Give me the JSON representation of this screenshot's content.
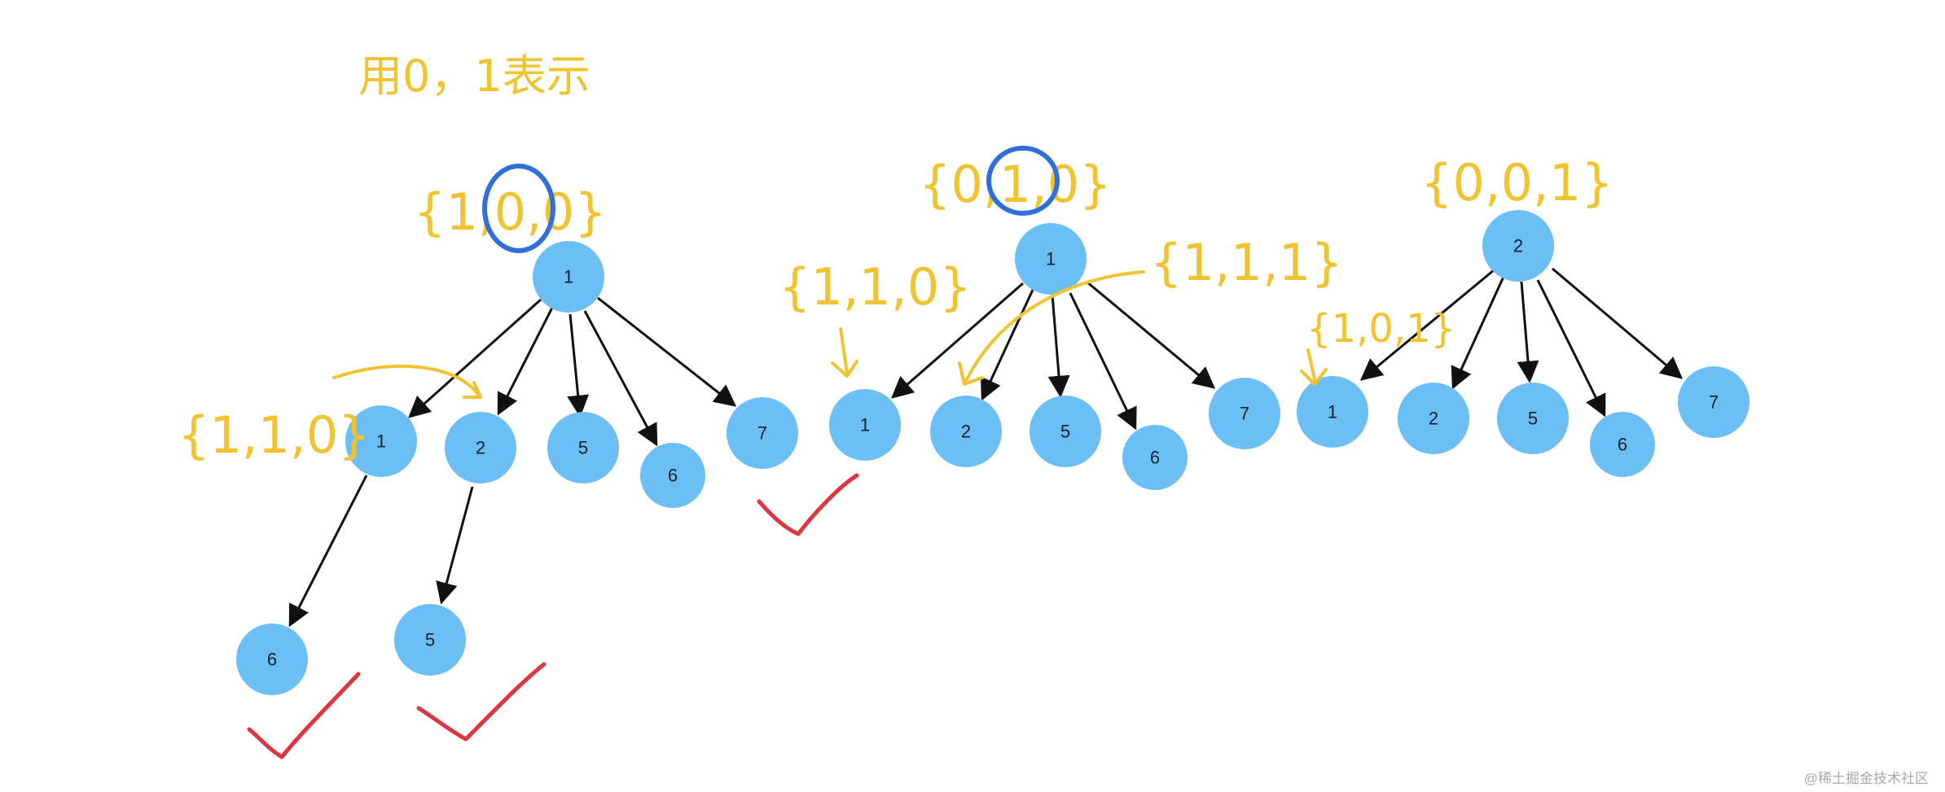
{
  "heading_note": "用0，1表示",
  "watermark": "@稀土掘金技术社区",
  "trees": [
    {
      "root": "1",
      "root_state": "{1,0,0}",
      "children": [
        "1",
        "2",
        "5",
        "6",
        "7"
      ],
      "annotations": [
        "{1,1,0}"
      ],
      "grandchildren": [
        "6",
        "5"
      ]
    },
    {
      "root": "1",
      "root_state": "{0,1,0}",
      "children": [
        "1",
        "2",
        "5",
        "6",
        "7"
      ],
      "annotations": [
        "{1,1,0}",
        "{1,1,1}"
      ]
    },
    {
      "root": "2",
      "root_state": "{0,0,1}",
      "children": [
        "1",
        "2",
        "5",
        "6",
        "7"
      ],
      "annotations": [
        "{1,0,1}"
      ]
    }
  ],
  "colors": {
    "node": "#6cbff4",
    "annotation": "#f2c331",
    "highlight_circle": "#2f6fdc",
    "check": "#e0343e"
  }
}
